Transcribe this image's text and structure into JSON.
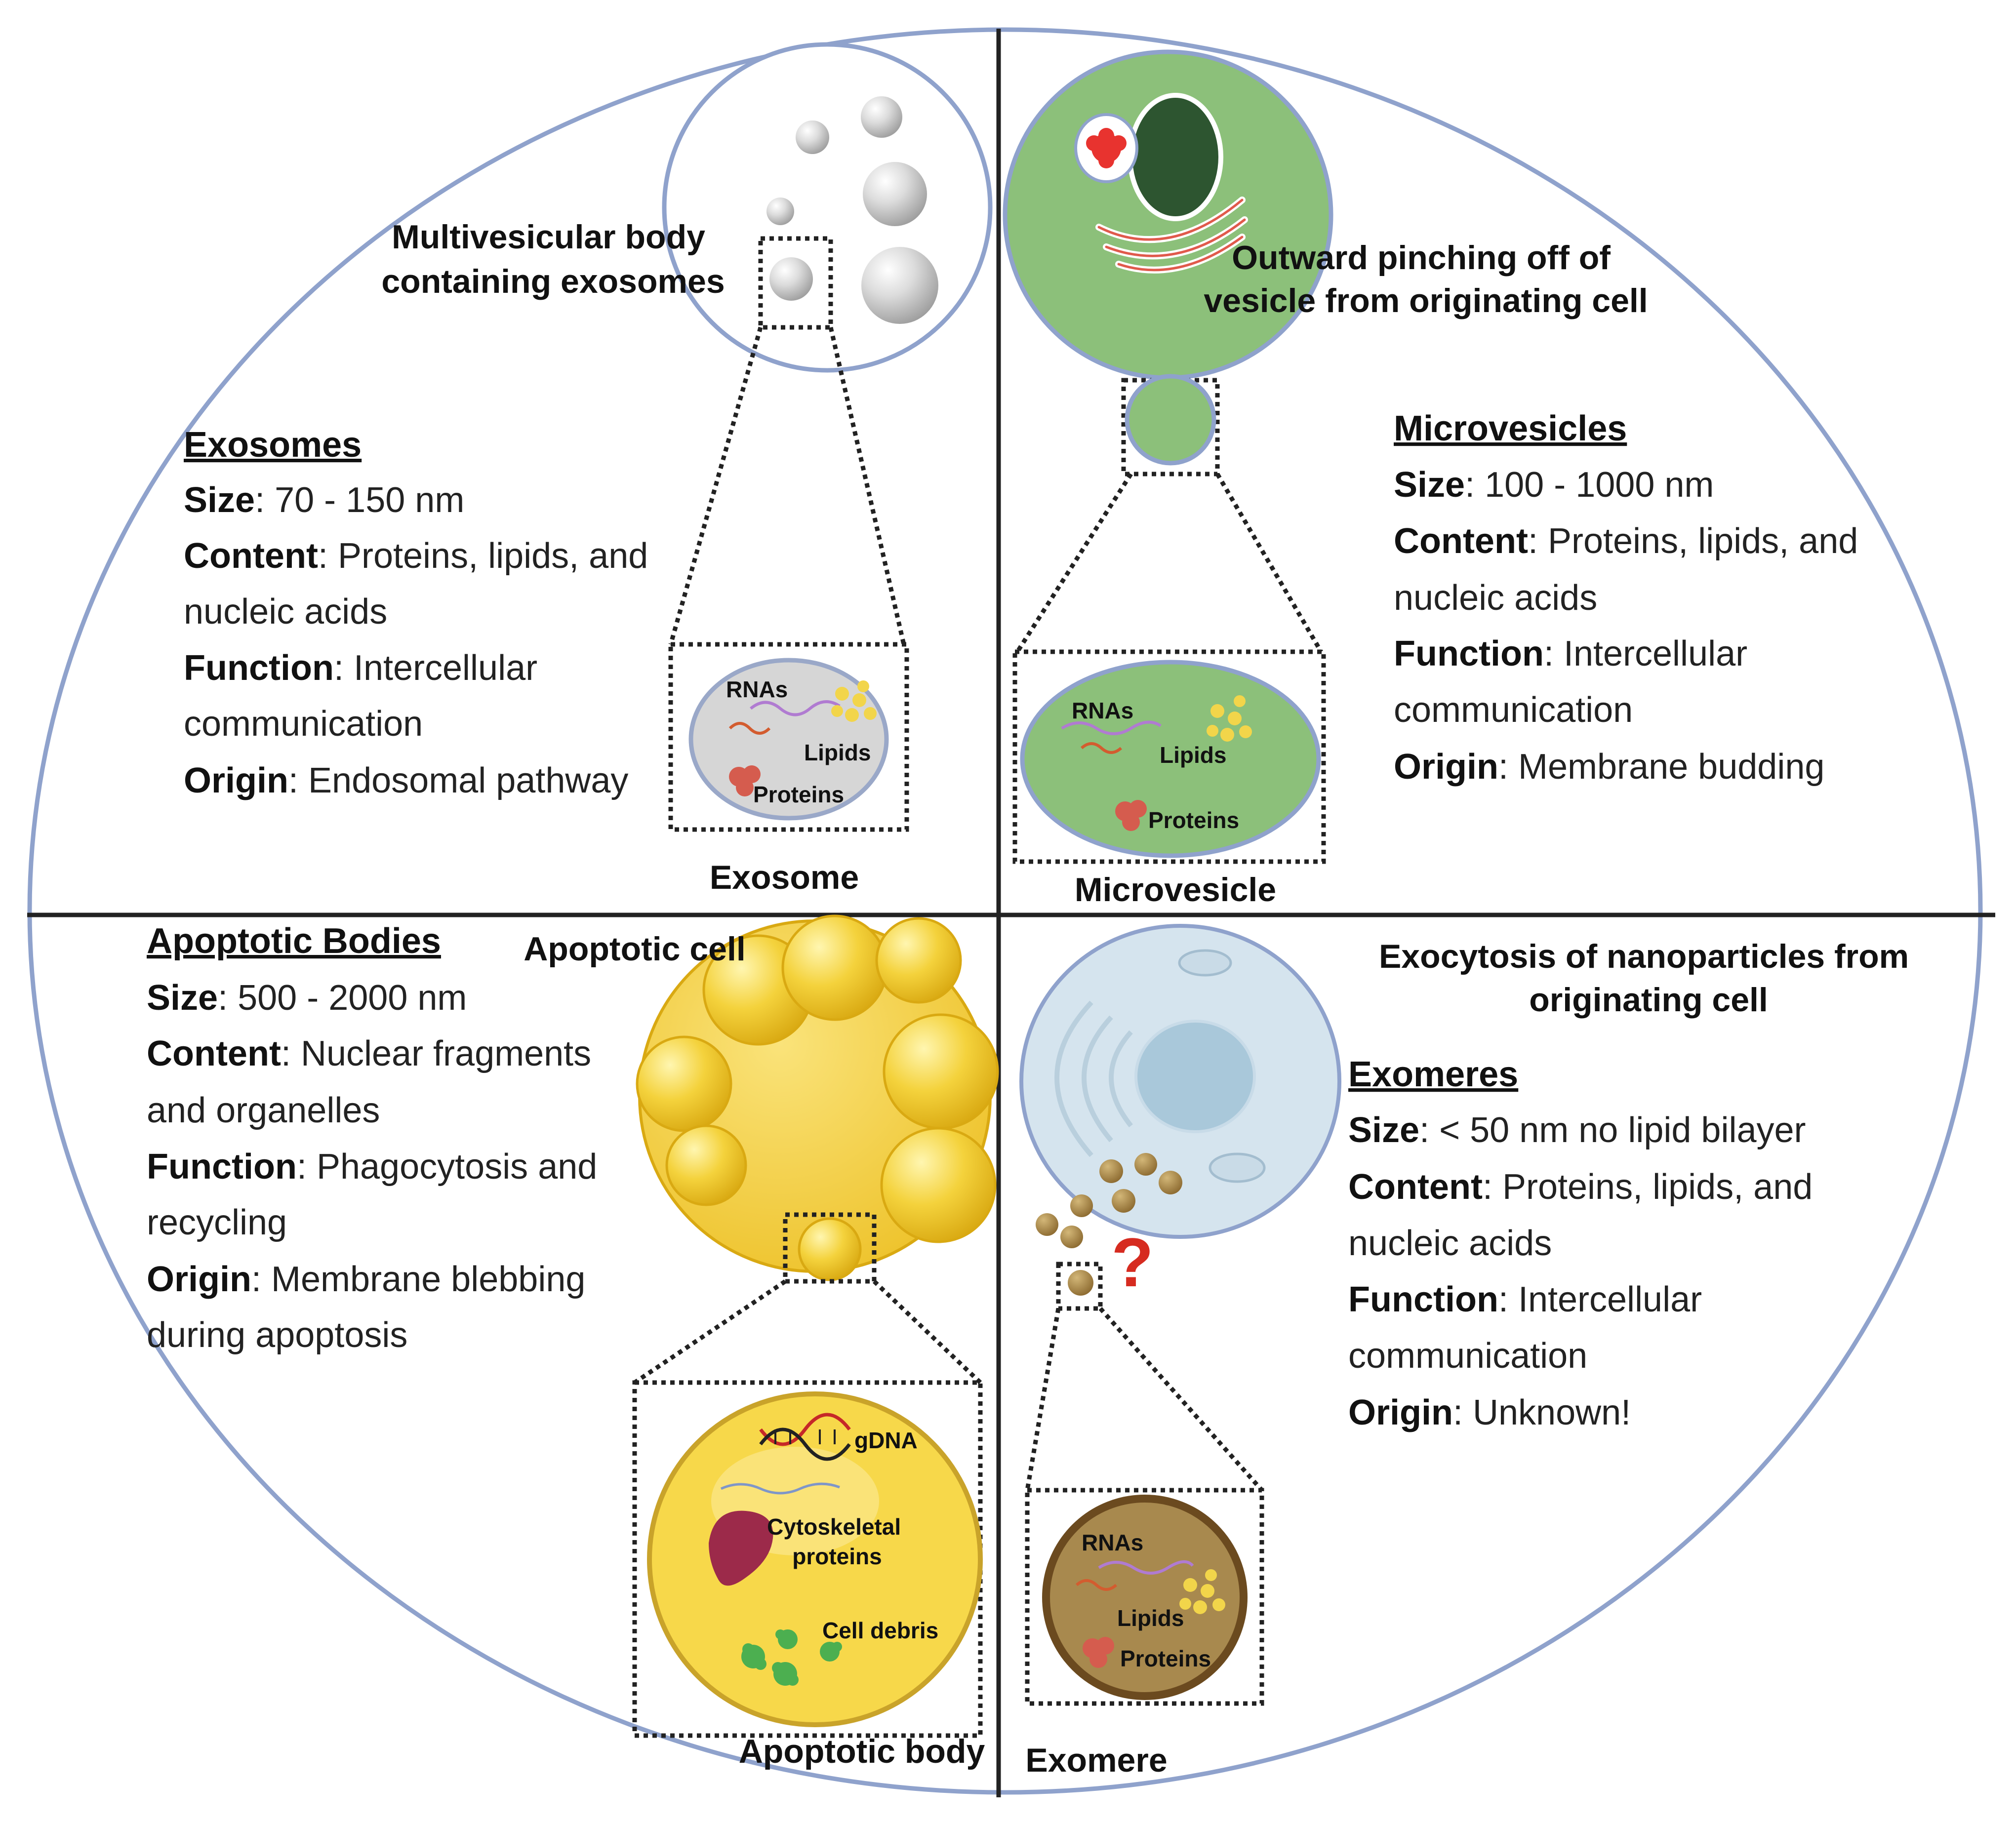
{
  "diagram": {
    "quadrants": {
      "exosome": {
        "parent_label": [
          "Multivesicular body",
          "containing exosomes"
        ],
        "vesicle_label": "Exosome",
        "cargo": {
          "rnas": "RNAs",
          "lipids": "Lipids",
          "proteins": "Proteins"
        },
        "info": {
          "heading": "Exosomes",
          "size_key": "Size",
          "size_val": ": 70 - 150 nm",
          "content_key": "Content",
          "content_val_1": ": Proteins, lipids, and",
          "content_val_2": "nucleic acids",
          "function_key": "Function",
          "function_val_1": ": Intercellular",
          "function_val_2": "communication",
          "origin_key": "Origin",
          "origin_val": ": Endosomal pathway"
        }
      },
      "microvesicle": {
        "parent_label": [
          "Outward pinching off of",
          "vesicle from originating cell"
        ],
        "vesicle_label": "Microvesicle",
        "cargo": {
          "rnas": "RNAs",
          "lipids": "Lipids",
          "proteins": "Proteins"
        },
        "info": {
          "heading": "Microvesicles",
          "size_key": "Size",
          "size_val": ": 100 - 1000 nm",
          "content_key": "Content",
          "content_val_1": ": Proteins, lipids, and",
          "content_val_2": "nucleic acids",
          "function_key": "Function",
          "function_val_1": ": Intercellular",
          "function_val_2": "communication",
          "origin_key": "Origin",
          "origin_val": ": Membrane  budding"
        }
      },
      "apoptotic": {
        "parent_label": "Apoptotic cell",
        "vesicle_label": "Apoptotic body",
        "cargo": {
          "gdna": "gDNA",
          "cyto_1": "Cytoskeletal",
          "cyto_2": "proteins",
          "debris": "Cell debris"
        },
        "info": {
          "heading": "Apoptotic Bodies",
          "size_key": "Size",
          "size_val": ": 500 - 2000 nm",
          "content_key": "Content",
          "content_val_1": ":  Nuclear  fragments",
          "content_val_2": "and organelles",
          "function_key": "Function",
          "function_val_1": ":  Phagocytosis  and",
          "function_val_2": "recycling",
          "origin_key": "Origin",
          "origin_val_1": ":  Membrane   blebbing",
          "origin_val_2": "during apoptosis"
        }
      },
      "exomere": {
        "parent_label": [
          "Exocytosis of nanoparticles from",
          "originating cell"
        ],
        "vesicle_label": "Exomere",
        "question_mark": "?",
        "cargo": {
          "rnas": "RNAs",
          "lipids": "Lipids",
          "proteins": "Proteins"
        },
        "info": {
          "heading": "Exomeres",
          "size_key": "Size",
          "size_val": ": < 50 nm  no lipid bilayer",
          "content_key": "Content",
          "content_val_1": ": Proteins, lipids, and",
          "content_val_2": "nucleic acids",
          "function_key": "Function",
          "function_val_1": ": Intercellular",
          "function_val_2": "communication",
          "origin_key": "Origin",
          "origin_val": ": Unknown!"
        }
      }
    },
    "colors": {
      "outline": "#8fa2cc",
      "microvesicle_green": "#8cc07a",
      "apoptotic_yellow": "#f2cf3a",
      "exomere_brown": "#a8894e",
      "cell_blue": "#d5e4ee"
    }
  }
}
